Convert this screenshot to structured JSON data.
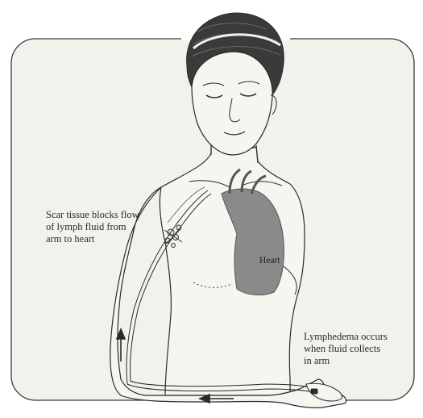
{
  "labels": {
    "scar_line1": "Scar tissue blocks flow",
    "scar_line2": "of lymph fluid from",
    "scar_line3": "arm to heart",
    "heart": "Heart",
    "lymph_line1": "Lymphedema occurs",
    "lymph_line2": "when fluid collects",
    "lymph_line3": "in arm"
  },
  "colors": {
    "background": "#ffffff",
    "panel": "#f3f1ec",
    "outline": "#2a2a2a",
    "heart_fill": "#8a8a8a",
    "hair": "#3a3a3a"
  }
}
